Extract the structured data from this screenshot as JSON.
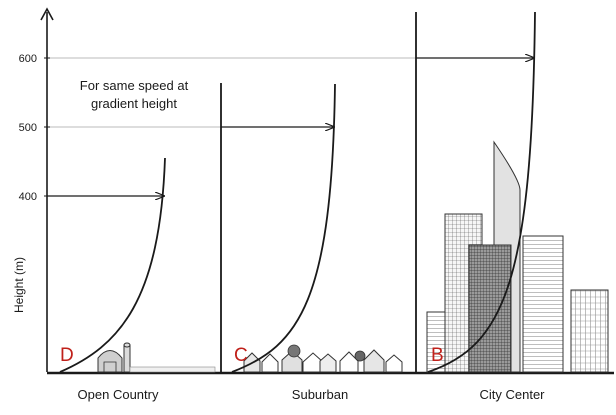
{
  "y_axis": {
    "label": "Height (m)",
    "ticks": [
      "600",
      "500",
      "400"
    ]
  },
  "annotation": {
    "line1": "For same speed at",
    "line2": "gradient height"
  },
  "regions": [
    {
      "name": "Open Country",
      "marker": "D"
    },
    {
      "name": "Suburban",
      "marker": "C"
    },
    {
      "name": "City Center",
      "marker": "B"
    }
  ],
  "colors": {
    "marker": "#c0201a",
    "ink": "#1a1a1a",
    "guide": "#bbbbbb"
  }
}
